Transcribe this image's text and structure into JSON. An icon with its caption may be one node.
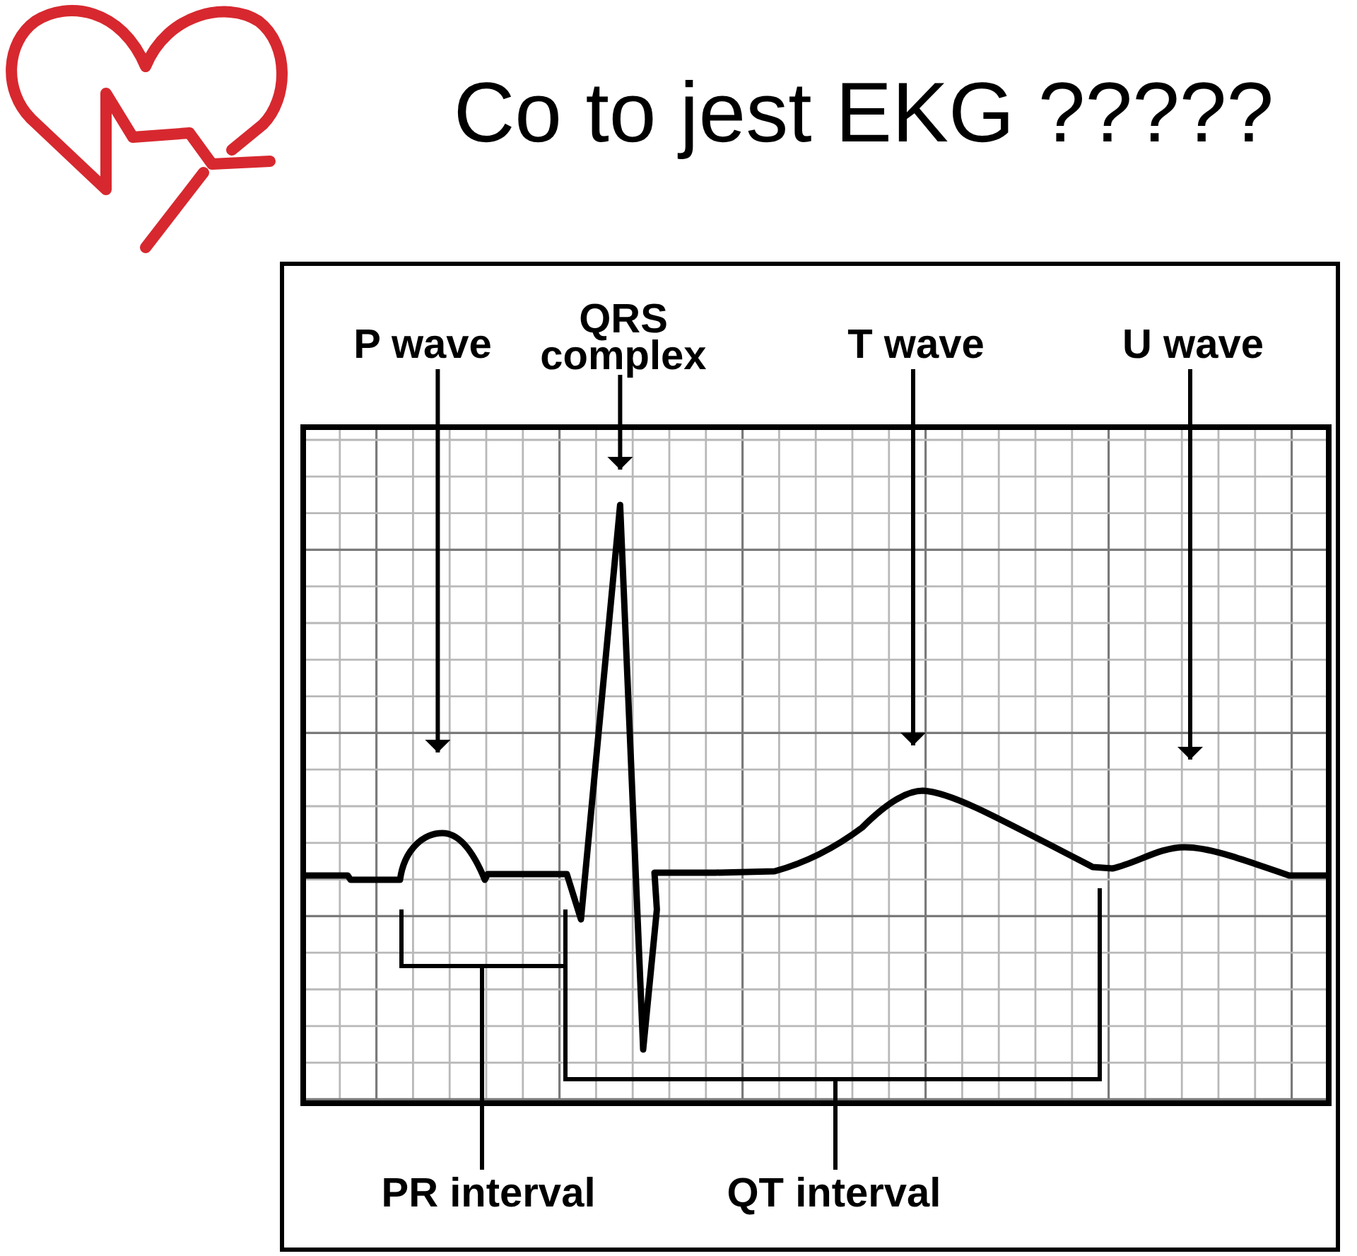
{
  "diagram": {
    "title": "Co to jest EKG ?????",
    "nodes": [
      {
        "text": [
          "P wave"
        ]
      },
      {
        "text": [
          "QRS complex"
        ]
      },
      {
        "text": [
          "T wave"
        ]
      },
      {
        "text": [
          "U wave"
        ]
      },
      {
        "text": [],
        "shape": "bracket"
      },
      {
        "text": [],
        "shape": "bracket"
      },
      {
        "text": [
          "PR interval"
        ]
      },
      {
        "text": [
          "QT interval"
        ]
      }
    ],
    "edges": [
      {
        "from": 0,
        "to": null,
        "arrow": "to"
      },
      {
        "from": 1,
        "to": null,
        "arrow": "to"
      },
      {
        "from": 2,
        "to": null,
        "arrow": "to"
      },
      {
        "from": 3,
        "to": null,
        "arrow": "to"
      },
      {
        "from": 6,
        "to": 4,
        "arrow": "none"
      },
      {
        "from": 7,
        "to": 5,
        "arrow": "none"
      }
    ]
  }
}
